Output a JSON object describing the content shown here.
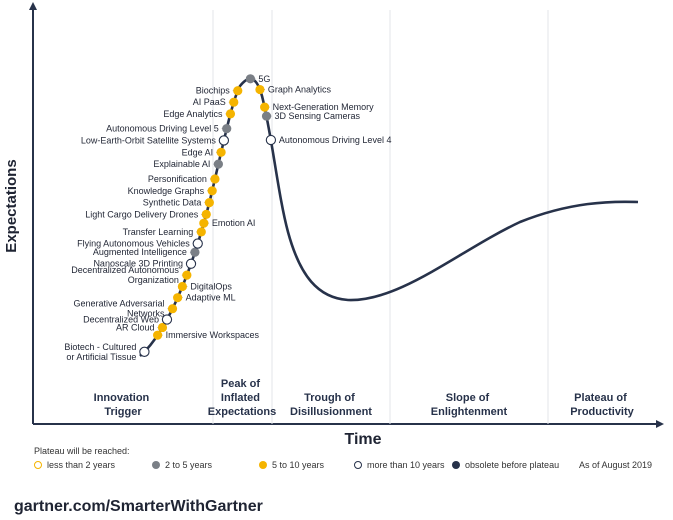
{
  "axes": {
    "y_title": "Expectations",
    "x_title": "Time"
  },
  "phases": [
    {
      "lines": [
        "Innovation",
        "Trigger"
      ]
    },
    {
      "lines": [
        "Peak of",
        "Inflated",
        "Expectations"
      ]
    },
    {
      "lines": [
        "Trough of",
        "Disillusionment"
      ]
    },
    {
      "lines": [
        "Slope of",
        "Enlightenment"
      ]
    },
    {
      "lines": [
        "Plateau of",
        "Productivity"
      ]
    }
  ],
  "colors": {
    "less_than_2": "#f5b400",
    "2_to_5": "#7a7f86",
    "5_to_10": "#f5b400",
    "more_than_10": "#ffffff",
    "obsolete": "#27324a",
    "curve": "#27324a"
  },
  "legend": {
    "title": "Plateau will be reached:",
    "items": [
      {
        "key": "less_than_2",
        "label": "less than 2 years"
      },
      {
        "key": "2_to_5",
        "label": "2 to 5 years"
      },
      {
        "key": "5_to_10",
        "label": "5 to 10 years"
      },
      {
        "key": "more_than_10",
        "label": "more than 10 years"
      },
      {
        "key": "obsolete",
        "label": "obsolete before plateau"
      }
    ],
    "as_of": "As of August 2019"
  },
  "technologies": [
    {
      "name": "Biotech - Cultured or Artificial Tissue",
      "lines": [
        "Biotech - Cultured",
        "or Artificial Tissue"
      ],
      "t": 0.02,
      "plateau": "more_than_10",
      "side": "left"
    },
    {
      "name": "Immersive Workspaces",
      "t": 0.09,
      "plateau": "5_to_10",
      "side": "right"
    },
    {
      "name": "AR Cloud",
      "t": 0.12,
      "plateau": "5_to_10",
      "side": "left"
    },
    {
      "name": "Decentralized Web",
      "t": 0.15,
      "plateau": "more_than_10",
      "side": "left"
    },
    {
      "name": "Generative Adversarial Networks",
      "lines": [
        "Generative Adversarial",
        "Networks"
      ],
      "t": 0.19,
      "plateau": "5_to_10",
      "side": "left"
    },
    {
      "name": "Adaptive ML",
      "t": 0.23,
      "plateau": "5_to_10",
      "side": "right"
    },
    {
      "name": "DigitalOps",
      "t": 0.27,
      "plateau": "5_to_10",
      "side": "right"
    },
    {
      "name": "Decentralized Autonomous Organization",
      "lines": [
        "Decentralized Autonomous",
        "Organization"
      ],
      "t": 0.31,
      "plateau": "5_to_10",
      "side": "left"
    },
    {
      "name": "Nanoscale 3D Printing",
      "t": 0.35,
      "plateau": "more_than_10",
      "side": "left"
    },
    {
      "name": "Augmented Intelligence",
      "t": 0.39,
      "plateau": "2_to_5",
      "side": "left"
    },
    {
      "name": "Flying Autonomous Vehicles",
      "t": 0.42,
      "plateau": "more_than_10",
      "side": "left"
    },
    {
      "name": "Transfer Learning",
      "t": 0.46,
      "plateau": "5_to_10",
      "side": "left"
    },
    {
      "name": "Emotion AI",
      "t": 0.49,
      "plateau": "5_to_10",
      "side": "right"
    },
    {
      "name": "Light Cargo Delivery Drones",
      "t": 0.52,
      "plateau": "5_to_10",
      "side": "left"
    },
    {
      "name": "Synthetic Data",
      "t": 0.56,
      "plateau": "5_to_10",
      "side": "left"
    },
    {
      "name": "Knowledge Graphs",
      "t": 0.6,
      "plateau": "5_to_10",
      "side": "left"
    },
    {
      "name": "Personification",
      "t": 0.64,
      "plateau": "5_to_10",
      "side": "left"
    },
    {
      "name": "Explainable AI",
      "t": 0.69,
      "plateau": "2_to_5",
      "side": "left"
    },
    {
      "name": "Edge AI",
      "t": 0.73,
      "plateau": "5_to_10",
      "side": "left"
    },
    {
      "name": "Low-Earth-Orbit Satellite Systems",
      "t": 0.77,
      "plateau": "more_than_10",
      "side": "left"
    },
    {
      "name": "Autonomous Driving Level 5",
      "t": 0.81,
      "plateau": "2_to_5",
      "side": "left"
    },
    {
      "name": "Edge Analytics",
      "t": 0.86,
      "plateau": "5_to_10",
      "side": "left"
    },
    {
      "name": "AI PaaS",
      "t": 0.9,
      "plateau": "5_to_10",
      "side": "left"
    },
    {
      "name": "Biochips",
      "t": 0.94,
      "plateau": "5_to_10",
      "side": "left"
    },
    {
      "name": "5G",
      "t": 1.0,
      "plateau": "2_to_5",
      "side": "right"
    },
    {
      "name": "Graph Analytics",
      "t": 1.05,
      "plateau": "5_to_10",
      "side": "right"
    },
    {
      "name": "Next-Generation Memory",
      "t": 1.11,
      "plateau": "5_to_10",
      "side": "right"
    },
    {
      "name": "3D Sensing Cameras",
      "t": 1.14,
      "plateau": "2_to_5",
      "side": "right"
    },
    {
      "name": "Autonomous Driving Level 4",
      "t": 1.22,
      "plateau": "more_than_10",
      "side": "right"
    }
  ],
  "footer": {
    "url": "gartner.com/SmarterWithGartner"
  }
}
